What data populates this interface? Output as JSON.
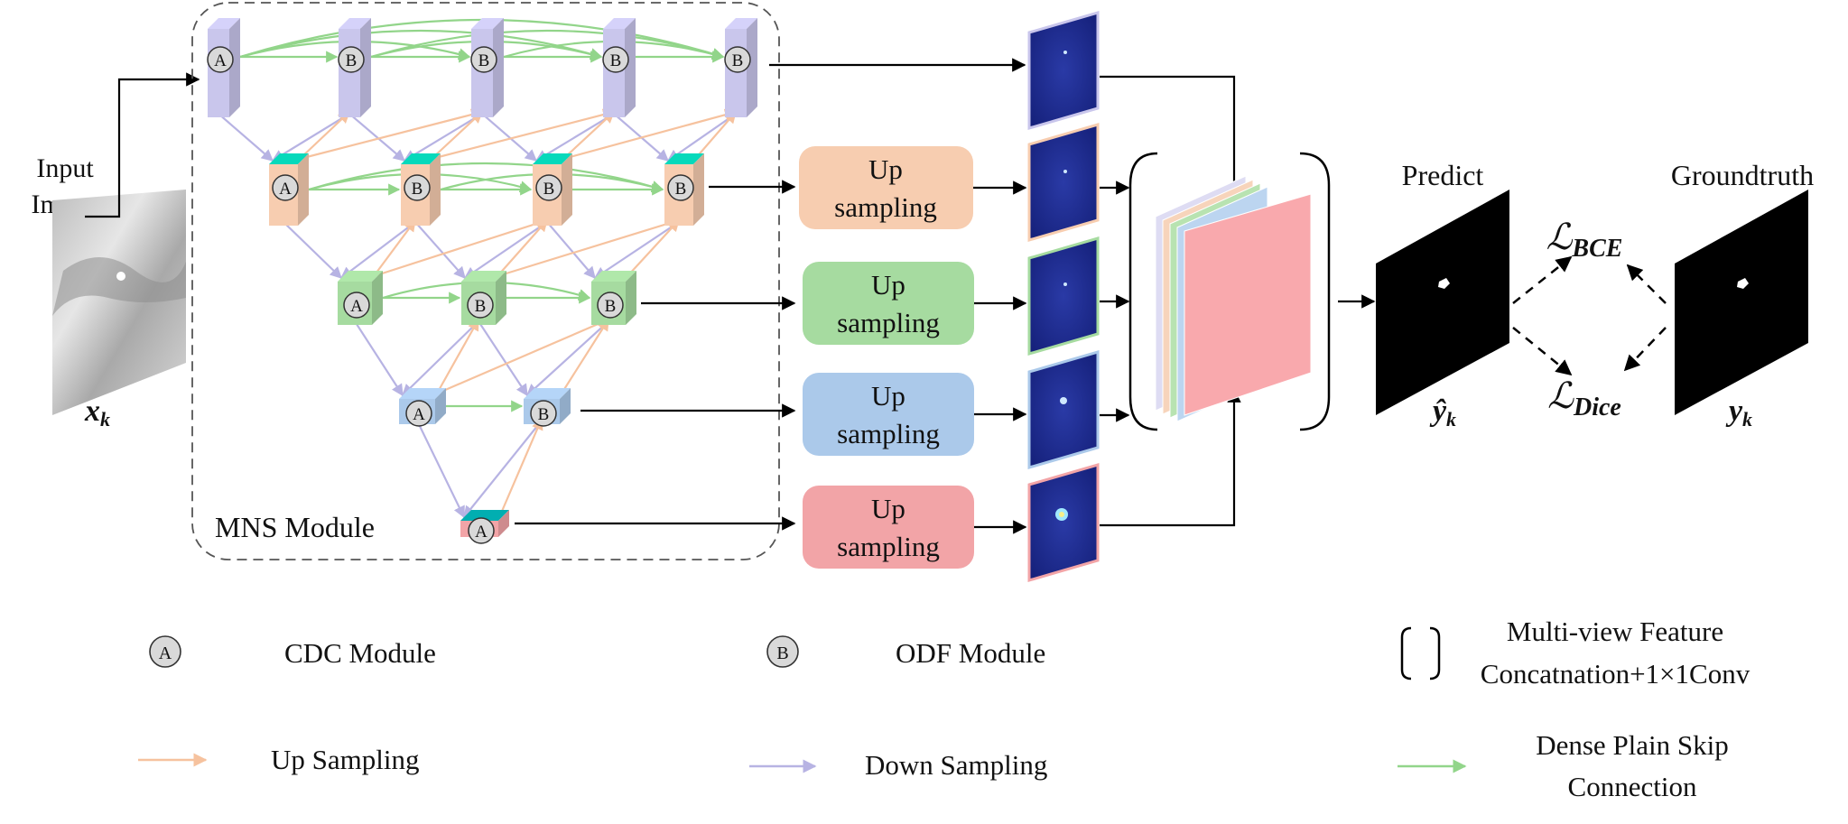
{
  "input": {
    "title_line1": "Input",
    "title_line2": "Image",
    "var": "x",
    "sub": "k"
  },
  "mns_label": "MNS Module",
  "node_labels": {
    "a": "A",
    "b": "B"
  },
  "upsampling": [
    {
      "line1": "Up",
      "line2": "sampling"
    },
    {
      "line1": "Up",
      "line2": "sampling"
    },
    {
      "line1": "Up",
      "line2": "sampling"
    },
    {
      "line1": "Up",
      "line2": "sampling"
    }
  ],
  "predict": {
    "title": "Predict",
    "var": "ŷ",
    "sub": "k"
  },
  "groundtruth": {
    "title": "Groundtruth",
    "var": "y",
    "sub": "k"
  },
  "losses": {
    "symbol": "ℒ",
    "bce": "BCE",
    "dice": "Dice"
  },
  "legend": {
    "cdc": "CDC Module",
    "odf": "ODF Module",
    "concat_line1": "Multi-view Feature",
    "concat_line2": "Concatnation+1×1Conv",
    "up": "Up  Sampling",
    "down": "Down  Sampling",
    "dense_line1": "Dense Plain Skip",
    "dense_line2": "Connection"
  },
  "colors": {
    "purple": "#c9c6ec",
    "orange": "#f7cdb0",
    "green": "#a6dba0",
    "blue": "#abc9ea",
    "red": "#f2a4a7",
    "up_arrow": "#f6c29e",
    "down_arrow": "#b7b3e3",
    "skip_arrow": "#92d58a",
    "featmap": "#1a2a8f"
  }
}
